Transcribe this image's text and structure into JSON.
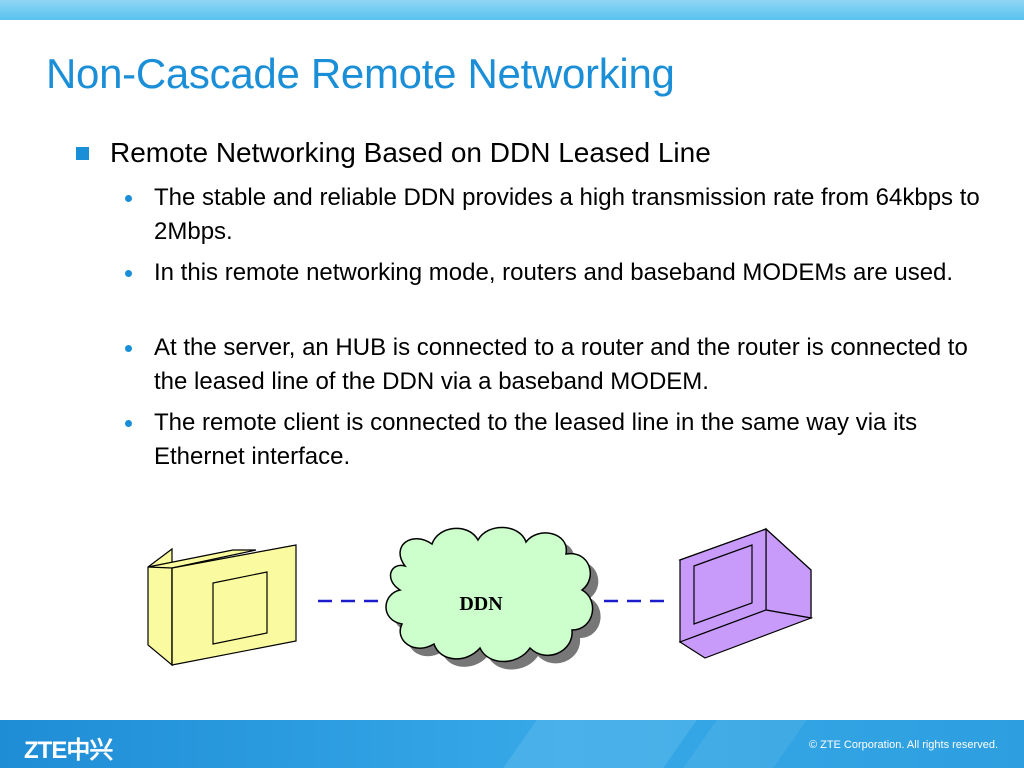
{
  "slide": {
    "title": "Non-Cascade Remote Networking",
    "heading": "Remote Networking Based on DDN Leased Line",
    "bullets": [
      "The stable and reliable DDN provides a high transmission rate from 64kbps to 2Mbps.",
      "In this remote networking mode, routers and baseband MODEMs are used.",
      "At the server, an HUB is connected to a router and the router is connected to the leased line of the DDN via a baseband MODEM.",
      "The remote client is connected to the leased line in the same way via its Ethernet interface."
    ]
  },
  "diagram": {
    "cloud_label": "DDN",
    "left_terminal_color": "#fafaa0",
    "right_terminal_color": "#c89bfa",
    "cloud_color": "#ccffcc",
    "link_color": "#1c1ccc"
  },
  "footer": {
    "logo": "ZTE中兴",
    "copyright": "© ZTE Corporation. All rights reserved."
  },
  "colors": {
    "accent": "#1a8fd8",
    "top_band": "#6fcaf0",
    "footer": "#2a9ee0"
  }
}
